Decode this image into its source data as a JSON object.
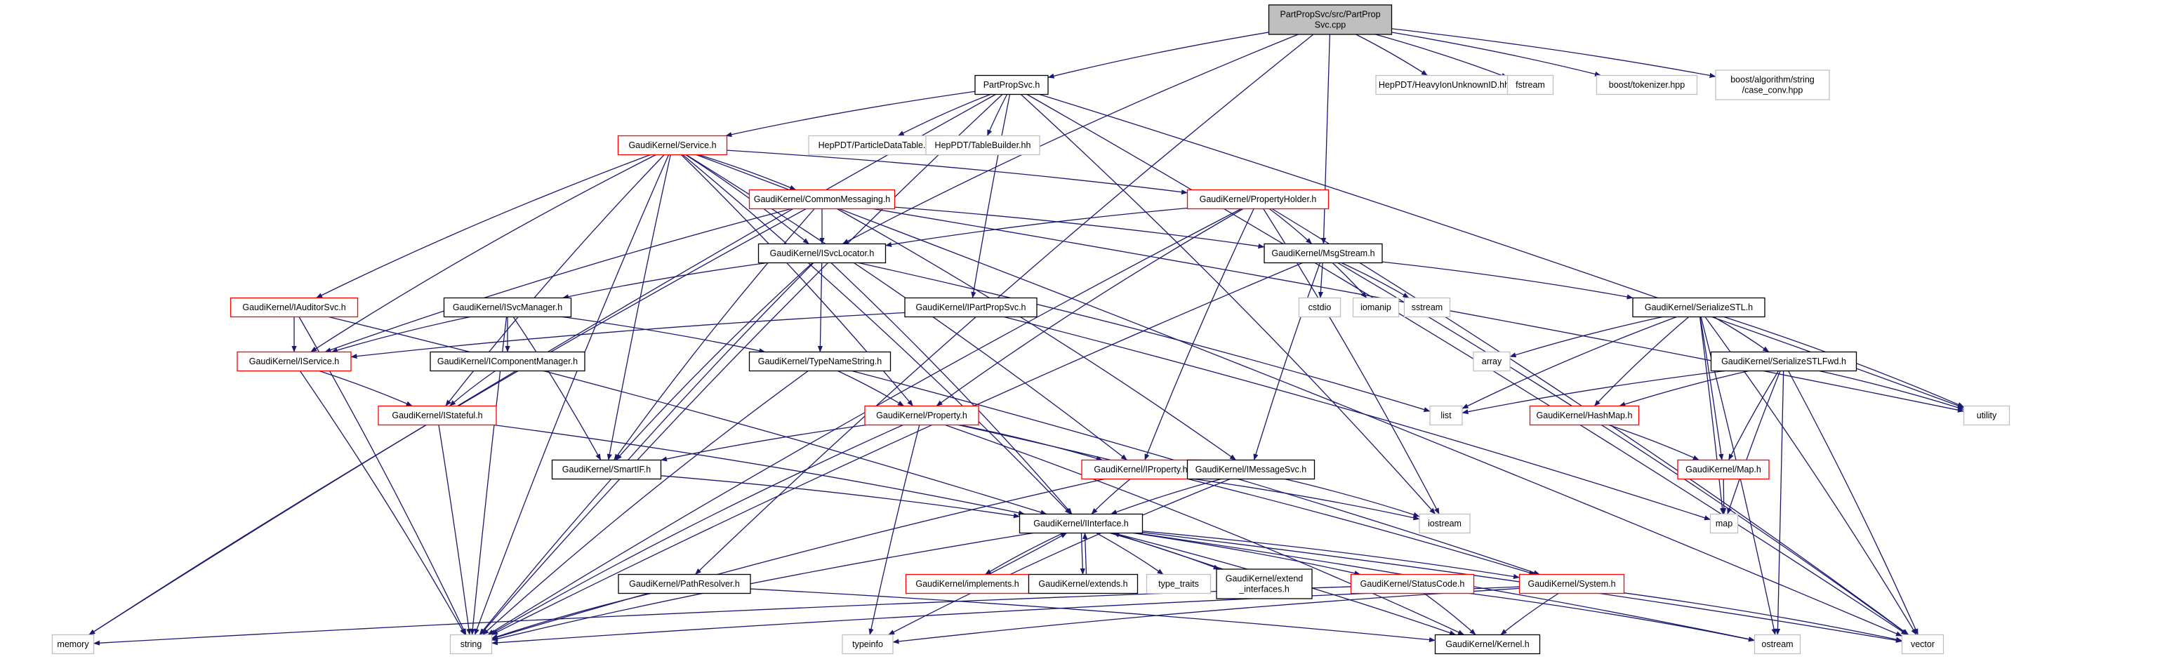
{
  "colors": {
    "edge": "#191970",
    "root_fill": "#bfbfbf",
    "root_stroke": "#000000",
    "documented_stroke": "#000000",
    "truncated_stroke": "#ff0000",
    "external_stroke": "#bfbfbf"
  },
  "graph": {
    "nodes": [
      {
        "id": "n0",
        "lines": [
          "PartPropSvc/src/PartProp",
          "Svc.cpp"
        ],
        "style": "root"
      },
      {
        "id": "n1",
        "lines": [
          "PartPropSvc.h"
        ],
        "style": "documented"
      },
      {
        "id": "n2",
        "lines": [
          "HepPDT/HeavyIonUnknownID.hh"
        ],
        "style": "external"
      },
      {
        "id": "n3",
        "lines": [
          "fstream"
        ],
        "style": "external"
      },
      {
        "id": "n4",
        "lines": [
          "boost/tokenizer.hpp"
        ],
        "style": "external"
      },
      {
        "id": "n5",
        "lines": [
          "boost/algorithm/string",
          "/case_conv.hpp"
        ],
        "style": "external"
      },
      {
        "id": "n6",
        "lines": [
          "GaudiKernel/Service.h"
        ],
        "style": "truncated"
      },
      {
        "id": "n7",
        "lines": [
          "HepPDT/ParticleDataTable.hh"
        ],
        "style": "external"
      },
      {
        "id": "n8",
        "lines": [
          "HepPDT/TableBuilder.hh"
        ],
        "style": "external"
      },
      {
        "id": "n9",
        "lines": [
          "GaudiKernel/CommonMessaging.h"
        ],
        "style": "truncated"
      },
      {
        "id": "n10",
        "lines": [
          "GaudiKernel/PropertyHolder.h"
        ],
        "style": "truncated"
      },
      {
        "id": "n11",
        "lines": [
          "GaudiKernel/ISvcLocator.h"
        ],
        "style": "documented"
      },
      {
        "id": "n12",
        "lines": [
          "GaudiKernel/MsgStream.h"
        ],
        "style": "documented"
      },
      {
        "id": "n13",
        "lines": [
          "GaudiKernel/IAuditorSvc.h"
        ],
        "style": "truncated"
      },
      {
        "id": "n14",
        "lines": [
          "GaudiKernel/ISvcManager.h"
        ],
        "style": "documented"
      },
      {
        "id": "n15",
        "lines": [
          "GaudiKernel/IPartPropSvc.h"
        ],
        "style": "documented"
      },
      {
        "id": "n16",
        "lines": [
          "cstdio"
        ],
        "style": "external"
      },
      {
        "id": "n17",
        "lines": [
          "iomanip"
        ],
        "style": "external"
      },
      {
        "id": "n18",
        "lines": [
          "sstream"
        ],
        "style": "external"
      },
      {
        "id": "n19",
        "lines": [
          "GaudiKernel/SerializeSTL.h"
        ],
        "style": "documented"
      },
      {
        "id": "n20",
        "lines": [
          "GaudiKernel/IService.h"
        ],
        "style": "truncated"
      },
      {
        "id": "n21",
        "lines": [
          "GaudiKernel/IComponentManager.h"
        ],
        "style": "documented"
      },
      {
        "id": "n22",
        "lines": [
          "GaudiKernel/TypeNameString.h"
        ],
        "style": "documented"
      },
      {
        "id": "n23",
        "lines": [
          "array"
        ],
        "style": "external"
      },
      {
        "id": "n24",
        "lines": [
          "GaudiKernel/SerializeSTLFwd.h"
        ],
        "style": "documented"
      },
      {
        "id": "n25",
        "lines": [
          "GaudiKernel/IStateful.h"
        ],
        "style": "truncated"
      },
      {
        "id": "n26",
        "lines": [
          "GaudiKernel/Property.h"
        ],
        "style": "truncated"
      },
      {
        "id": "n27",
        "lines": [
          "list"
        ],
        "style": "external"
      },
      {
        "id": "n28",
        "lines": [
          "GaudiKernel/HashMap.h"
        ],
        "style": "truncated"
      },
      {
        "id": "n29",
        "lines": [
          "utility"
        ],
        "style": "external"
      },
      {
        "id": "n30",
        "lines": [
          "GaudiKernel/SmartIF.h"
        ],
        "style": "documented"
      },
      {
        "id": "n31",
        "lines": [
          "GaudiKernel/IProperty.h"
        ],
        "style": "truncated"
      },
      {
        "id": "n32",
        "lines": [
          "GaudiKernel/IMessageSvc.h"
        ],
        "style": "documented"
      },
      {
        "id": "n33",
        "lines": [
          "GaudiKernel/Map.h"
        ],
        "style": "truncated"
      },
      {
        "id": "n34",
        "lines": [
          "GaudiKernel/IInterface.h"
        ],
        "style": "documented"
      },
      {
        "id": "n35",
        "lines": [
          "iostream"
        ],
        "style": "external"
      },
      {
        "id": "n36",
        "lines": [
          "map"
        ],
        "style": "external"
      },
      {
        "id": "n37",
        "lines": [
          "GaudiKernel/implements.h"
        ],
        "style": "truncated"
      },
      {
        "id": "n38",
        "lines": [
          "GaudiKernel/extends.h"
        ],
        "style": "documented"
      },
      {
        "id": "n39",
        "lines": [
          "type_traits"
        ],
        "style": "external"
      },
      {
        "id": "n40",
        "lines": [
          "GaudiKernel/extend",
          "_interfaces.h"
        ],
        "style": "documented"
      },
      {
        "id": "n41",
        "lines": [
          "GaudiKernel/StatusCode.h"
        ],
        "style": "truncated"
      },
      {
        "id": "n42",
        "lines": [
          "GaudiKernel/System.h"
        ],
        "style": "truncated"
      },
      {
        "id": "n43",
        "lines": [
          "GaudiKernel/PathResolver.h"
        ],
        "style": "documented"
      },
      {
        "id": "n44",
        "lines": [
          "memory"
        ],
        "style": "external"
      },
      {
        "id": "n45",
        "lines": [
          "string"
        ],
        "style": "external"
      },
      {
        "id": "n46",
        "lines": [
          "typeinfo"
        ],
        "style": "external"
      },
      {
        "id": "n47",
        "lines": [
          "GaudiKernel/Kernel.h"
        ],
        "style": "documented"
      },
      {
        "id": "n48",
        "lines": [
          "ostream"
        ],
        "style": "external"
      },
      {
        "id": "n49",
        "lines": [
          "vector"
        ],
        "style": "external"
      }
    ],
    "edges": [
      [
        "n0",
        "n1"
      ],
      [
        "n0",
        "n2"
      ],
      [
        "n0",
        "n3"
      ],
      [
        "n0",
        "n4"
      ],
      [
        "n0",
        "n5"
      ],
      [
        "n0",
        "n12"
      ],
      [
        "n0",
        "n11"
      ],
      [
        "n0",
        "n43"
      ],
      [
        "n1",
        "n6"
      ],
      [
        "n1",
        "n7"
      ],
      [
        "n1",
        "n8"
      ],
      [
        "n1",
        "n15"
      ],
      [
        "n1",
        "n44"
      ],
      [
        "n1",
        "n45"
      ],
      [
        "n1",
        "n49"
      ],
      [
        "n1",
        "n35"
      ],
      [
        "n1",
        "n29"
      ],
      [
        "n6",
        "n9"
      ],
      [
        "n6",
        "n10"
      ],
      [
        "n6",
        "n11"
      ],
      [
        "n6",
        "n13"
      ],
      [
        "n6",
        "n20"
      ],
      [
        "n6",
        "n25"
      ],
      [
        "n6",
        "n26"
      ],
      [
        "n6",
        "n30"
      ],
      [
        "n6",
        "n31"
      ],
      [
        "n6",
        "n34"
      ],
      [
        "n6",
        "n45"
      ],
      [
        "n6",
        "n49"
      ],
      [
        "n9",
        "n11"
      ],
      [
        "n9",
        "n12"
      ],
      [
        "n9",
        "n20"
      ],
      [
        "n9",
        "n30"
      ],
      [
        "n9",
        "n32"
      ],
      [
        "n9",
        "n44"
      ],
      [
        "n9",
        "n29"
      ],
      [
        "n10",
        "n11"
      ],
      [
        "n10",
        "n12"
      ],
      [
        "n10",
        "n26"
      ],
      [
        "n10",
        "n31"
      ],
      [
        "n10",
        "n45"
      ],
      [
        "n10",
        "n35"
      ],
      [
        "n10",
        "n49"
      ],
      [
        "n11",
        "n14"
      ],
      [
        "n11",
        "n22"
      ],
      [
        "n11",
        "n30"
      ],
      [
        "n11",
        "n34"
      ],
      [
        "n11",
        "n27"
      ],
      [
        "n11",
        "n45"
      ],
      [
        "n12",
        "n16"
      ],
      [
        "n12",
        "n17"
      ],
      [
        "n12",
        "n18"
      ],
      [
        "n12",
        "n19"
      ],
      [
        "n12",
        "n32"
      ],
      [
        "n12",
        "n45"
      ],
      [
        "n12",
        "n49"
      ],
      [
        "n13",
        "n20"
      ],
      [
        "n13",
        "n45"
      ],
      [
        "n13",
        "n34"
      ],
      [
        "n14",
        "n20"
      ],
      [
        "n14",
        "n21"
      ],
      [
        "n14",
        "n22"
      ],
      [
        "n14",
        "n30"
      ],
      [
        "n14",
        "n45"
      ],
      [
        "n15",
        "n20"
      ],
      [
        "n15",
        "n36"
      ],
      [
        "n19",
        "n23"
      ],
      [
        "n19",
        "n24"
      ],
      [
        "n19",
        "n28"
      ],
      [
        "n19",
        "n33"
      ],
      [
        "n19",
        "n27"
      ],
      [
        "n19",
        "n36"
      ],
      [
        "n19",
        "n29"
      ],
      [
        "n19",
        "n48"
      ],
      [
        "n19",
        "n49"
      ],
      [
        "n20",
        "n25"
      ],
      [
        "n20",
        "n45"
      ],
      [
        "n21",
        "n25"
      ],
      [
        "n22",
        "n26"
      ],
      [
        "n22",
        "n45"
      ],
      [
        "n22",
        "n42"
      ],
      [
        "n24",
        "n27"
      ],
      [
        "n24",
        "n28"
      ],
      [
        "n24",
        "n33"
      ],
      [
        "n24",
        "n36"
      ],
      [
        "n24",
        "n29"
      ],
      [
        "n24",
        "n48"
      ],
      [
        "n24",
        "n49"
      ],
      [
        "n25",
        "n34"
      ],
      [
        "n25",
        "n45"
      ],
      [
        "n26",
        "n30"
      ],
      [
        "n26",
        "n31"
      ],
      [
        "n26",
        "n42"
      ],
      [
        "n26",
        "n45"
      ],
      [
        "n26",
        "n46"
      ],
      [
        "n26",
        "n47"
      ],
      [
        "n28",
        "n33"
      ],
      [
        "n30",
        "n34"
      ],
      [
        "n31",
        "n34"
      ],
      [
        "n31",
        "n45"
      ],
      [
        "n31",
        "n35"
      ],
      [
        "n32",
        "n34"
      ],
      [
        "n32",
        "n35"
      ],
      [
        "n32",
        "n46"
      ],
      [
        "n33",
        "n36"
      ],
      [
        "n34",
        "n37"
      ],
      [
        "n34",
        "n38"
      ],
      [
        "n34",
        "n39"
      ],
      [
        "n34",
        "n40"
      ],
      [
        "n34",
        "n41"
      ],
      [
        "n34",
        "n42"
      ],
      [
        "n34",
        "n45"
      ],
      [
        "n34",
        "n47"
      ],
      [
        "n34",
        "n48"
      ],
      [
        "n34",
        "n49"
      ],
      [
        "n37",
        "n34"
      ],
      [
        "n38",
        "n34"
      ],
      [
        "n40",
        "n34"
      ],
      [
        "n41",
        "n44"
      ],
      [
        "n41",
        "n47"
      ],
      [
        "n41",
        "n48"
      ],
      [
        "n42",
        "n45"
      ],
      [
        "n42",
        "n46"
      ],
      [
        "n42",
        "n47"
      ],
      [
        "n42",
        "n49"
      ],
      [
        "n43",
        "n45"
      ],
      [
        "n43",
        "n47"
      ]
    ]
  }
}
